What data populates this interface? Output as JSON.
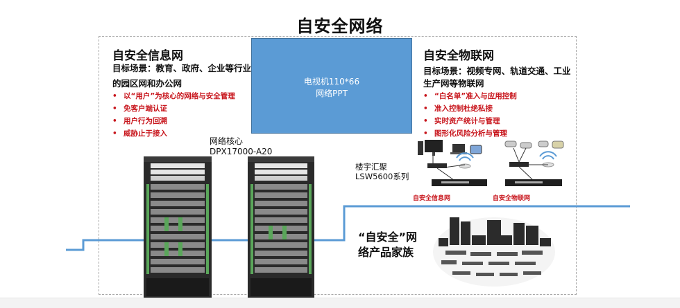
{
  "title": "自安全网络",
  "info_network": {
    "title": "自安全信息网",
    "scenario_line1": "目标场景：教育、政府、企业等行业",
    "scenario_line2": "的园区网和办公网",
    "bullets": [
      "以“用户”为核心的网络与安全管理",
      "免客户端认证",
      "用户行为回溯",
      "威胁止于接入"
    ]
  },
  "iot_network": {
    "title": "自安全物联网",
    "scenario_line1": "目标场景：视频专网、轨道交通、工业",
    "scenario_line2": "生产网等物联网",
    "bullets": [
      "“白名单”准入与应用控制",
      "准入控制杜绝私接",
      "实时资产统计与管理",
      "图形化风险分析与管理"
    ]
  },
  "tv_placeholder": {
    "line1": "电视机110*66",
    "line2": "网络PPT"
  },
  "core": {
    "label_line1": "网络核心",
    "label_line2": "DPX17000-A20"
  },
  "building": {
    "label_line1": "楼宇汇聚",
    "label_line2": "LSW5600系列"
  },
  "switch_labels": {
    "left": "自安全信息网",
    "right": "自安全物联网"
  },
  "family": {
    "line1": "“自安全”网",
    "line2": "络产品家族"
  },
  "colors": {
    "accent_red": "#c8161d",
    "line_blue": "#5b9bd5",
    "box_blue": "#5b9bd5"
  },
  "icons": [
    "desktop-pc-icon",
    "laptop-icon",
    "phone-icon",
    "wireless-ap-icon",
    "camera-icon",
    "access-switch-icon",
    "chassis-switch-icon",
    "product-family-icon"
  ]
}
